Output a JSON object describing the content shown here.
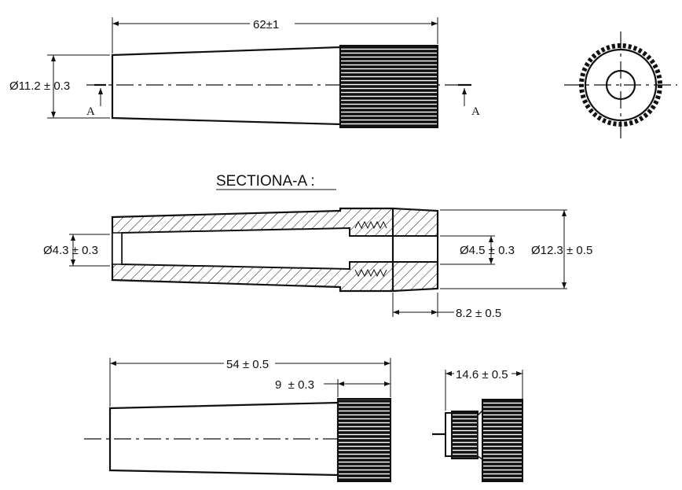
{
  "top_view": {
    "length_dim": "62±1",
    "diameter_dim": "Ø11.2 ± 0.3",
    "section_marker_left": "A",
    "section_marker_right": "A"
  },
  "section": {
    "title": "SECTIONA-A :",
    "inner_left_dim": "Ø4.3 ± 0.3",
    "inner_right_dim": "Ø4.5 ± 0.3",
    "outer_dim": "Ø12.3 ± 0.5",
    "cap_length_dim": "8.2 ± 0.5"
  },
  "bottom_view": {
    "length_dim": "54 ± 0.5",
    "knurl_length_dim": "9  ± 0.3",
    "cap_length_dim": "14.6 ± 0.5"
  }
}
